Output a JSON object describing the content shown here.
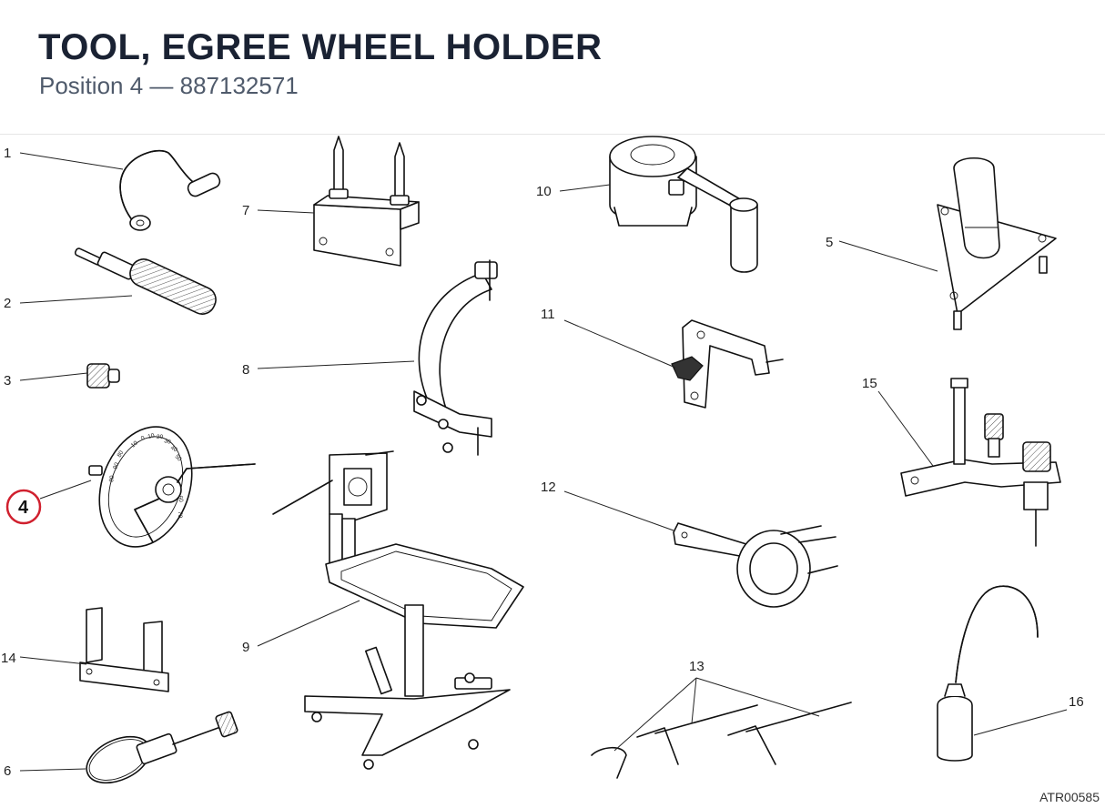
{
  "header": {
    "title": "TOOL, EGREE WHEEL HOLDER",
    "subtitle": "Position 4 — 887132571"
  },
  "diagram": {
    "highlighted_position": "4",
    "callouts": [
      "1",
      "2",
      "3",
      "4",
      "5",
      "6",
      "7",
      "8",
      "9",
      "10",
      "11",
      "12",
      "13",
      "14",
      "15",
      "16"
    ],
    "dial_scale": [
      "10",
      "0",
      "10",
      "20",
      "30",
      "40",
      "50",
      "60",
      "70",
      "80",
      "90",
      "80",
      "70",
      "60",
      "50",
      "40",
      "30"
    ],
    "highlight_color": "#d0202e"
  },
  "footer": {
    "reference": "ATR00585"
  }
}
